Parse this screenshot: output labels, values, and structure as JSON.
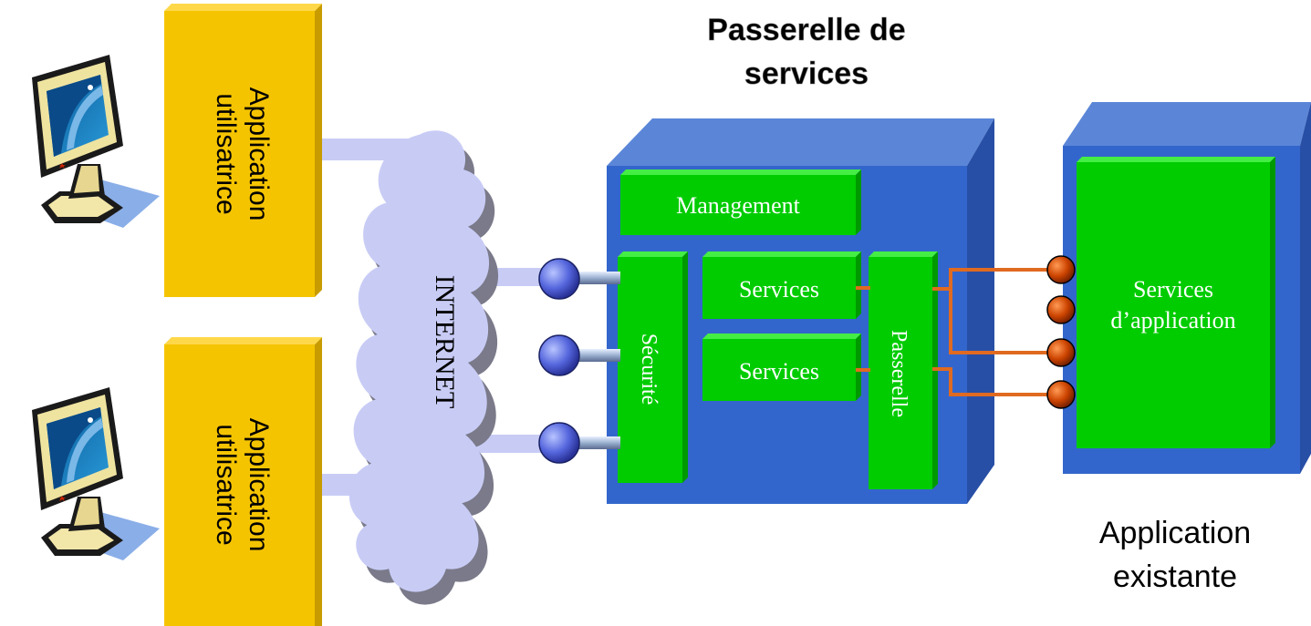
{
  "title": {
    "line1": "Passerelle de",
    "line2": "services"
  },
  "clients": [
    {
      "app_label_line1": "Application",
      "app_label_line2": "utilisatrice",
      "icon": "computer-monitor-icon"
    },
    {
      "app_label_line1": "Application",
      "app_label_line2": "utilisatrice",
      "icon": "computer-monitor-icon"
    }
  ],
  "internet": {
    "label": "INTERNET"
  },
  "gateway": {
    "management": "Management",
    "security": "Sécurité",
    "services_1": "Services",
    "services_2": "Services",
    "passerelle": "Passerelle"
  },
  "existing_app": {
    "inner_line1": "Services",
    "inner_line2": "d’application",
    "caption_line1": "Application",
    "caption_line2": "existante"
  },
  "colors": {
    "yellow": "#f5c400",
    "yellow_side": "#c89c00",
    "blue": "#3366cc",
    "blue_top": "#5b86d8",
    "blue_side": "#284fa6",
    "green": "#00cc00",
    "green_top": "#44ee44",
    "green_side": "#009900",
    "cloud": "#c8ccf5",
    "connector_blue": "#6677dd",
    "connector_orange": "#cc4400",
    "orange_line": "#e06a20"
  }
}
